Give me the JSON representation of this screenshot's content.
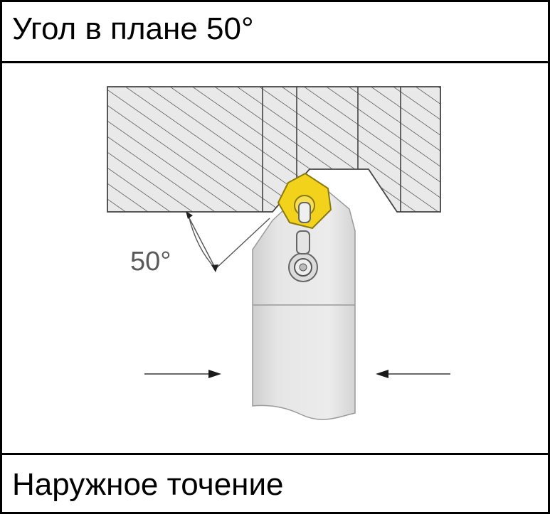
{
  "header": {
    "title": "Угол в плане 50°"
  },
  "diagram": {
    "angle_label": "50°",
    "colors": {
      "hatch": "#3a3a3a",
      "workpiece_fill": "#e9e9e9",
      "holder_fill": "#e2e2e2",
      "insert_fill": "#f2d21a",
      "insert_outline": "#8a7a10",
      "arrow": "#1a1a1a"
    }
  },
  "footer": {
    "caption": "Наружное точение"
  }
}
